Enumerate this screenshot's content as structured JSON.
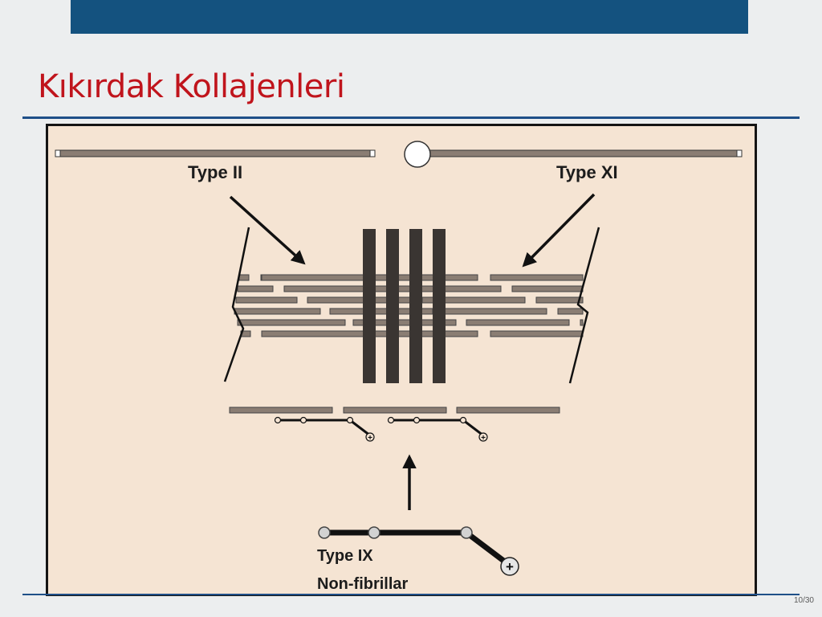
{
  "slide": {
    "title": "Kıkırdak Kollajenleri",
    "page_number": "10/30"
  },
  "diagram": {
    "labels": {
      "type_ii": "Type II",
      "type_xi": "Type XI",
      "type_ix": "Type IX",
      "non_fibrillar": "Non-fibrillar",
      "plus": "+"
    }
  },
  "colors": {
    "top_bar": "#14527f",
    "title": "#c0141c",
    "rule": "#1e4f88",
    "panel_background": "#f5e4d3",
    "fibril_gray": "#8a7d73",
    "dark_bar": "#3a3532"
  }
}
